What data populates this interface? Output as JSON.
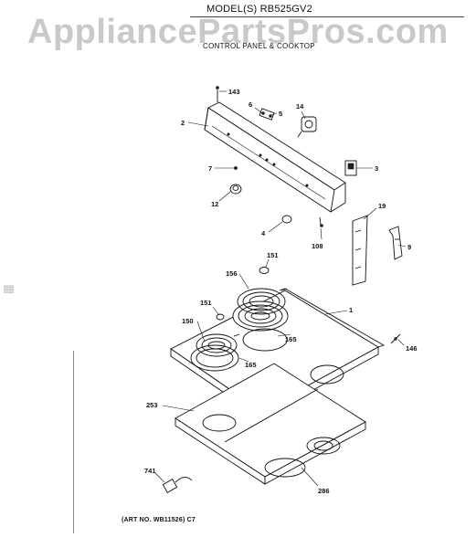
{
  "header": {
    "model_line": "MODEL(S) RB525GV2",
    "subtitle": "CONTROL PANEL & COOKTOP",
    "watermark": "AppliancePartsPros.com"
  },
  "footer": {
    "art_no": "(ART NO. WB11526) C7"
  },
  "parts": [
    {
      "id": "p143",
      "label": "143"
    },
    {
      "id": "p2",
      "label": "2"
    },
    {
      "id": "p6",
      "label": "6"
    },
    {
      "id": "p5",
      "label": "5"
    },
    {
      "id": "p14",
      "label": "14"
    },
    {
      "id": "p3",
      "label": "3"
    },
    {
      "id": "p7",
      "label": "7"
    },
    {
      "id": "p12",
      "label": "12"
    },
    {
      "id": "p4",
      "label": "4"
    },
    {
      "id": "p108",
      "label": "108"
    },
    {
      "id": "p19",
      "label": "19"
    },
    {
      "id": "p9",
      "label": "9"
    },
    {
      "id": "p151a",
      "label": "151"
    },
    {
      "id": "p156",
      "label": "156"
    },
    {
      "id": "p151b",
      "label": "151"
    },
    {
      "id": "p150",
      "label": "150"
    },
    {
      "id": "p165a",
      "label": "165"
    },
    {
      "id": "p165b",
      "label": "165"
    },
    {
      "id": "p1",
      "label": "1"
    },
    {
      "id": "p146",
      "label": "146"
    },
    {
      "id": "p253",
      "label": "253"
    },
    {
      "id": "p741",
      "label": "741"
    },
    {
      "id": "p286",
      "label": "286"
    }
  ]
}
